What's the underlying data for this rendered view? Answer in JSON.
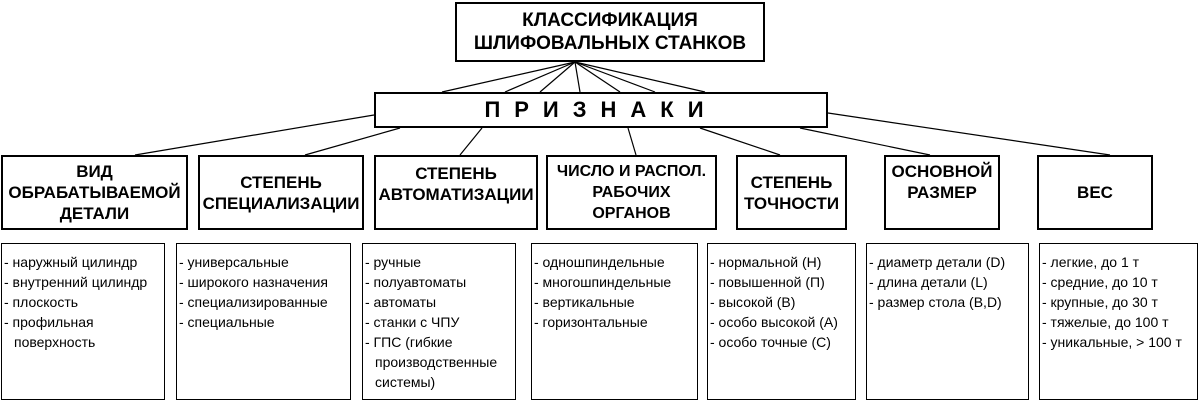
{
  "title_lines": [
    "КЛАССИФИКАЦИЯ",
    "ШЛИФОВАЛЬНЫХ СТАНКОВ"
  ],
  "signs_label": "ПРИЗНАКИ",
  "categories": [
    {
      "label_lines": [
        "ВИД",
        "ОБРАБАТЫВАЕМОЙ",
        "ДЕТАЛИ"
      ],
      "items": [
        "- наружный цилиндр",
        "- внутренний цилиндр",
        "- плоскость",
        "- профильная поверхность"
      ]
    },
    {
      "label_lines": [
        "СТЕПЕНЬ",
        "СПЕЦИАЛИЗАЦИИ"
      ],
      "items": [
        "- универсальные",
        "- широкого назначения",
        "- специализированные",
        "- специальные"
      ]
    },
    {
      "label_lines": [
        "СТЕПЕНЬ",
        "АВТОМАТИЗАЦИИ"
      ],
      "items": [
        "- ручные",
        "- полуавтоматы",
        "- автоматы",
        "- станки с ЧПУ",
        "- ГПС (гибкие производственные системы)"
      ]
    },
    {
      "label_lines": [
        "ЧИСЛО И РАСПОЛ.",
        "РАБОЧИХ ОРГАНОВ"
      ],
      "items": [
        "- одношпиндельные",
        "- многошпиндельные",
        "- вертикальные",
        "- горизонтальные"
      ]
    },
    {
      "label_lines": [
        "СТЕПЕНЬ",
        "ТОЧНОСТИ"
      ],
      "items": [
        "- нормальной (Н)",
        "- повышенной (П)",
        "- высокой (В)",
        "- особо высокой (А)",
        "- особо точные (С)"
      ]
    },
    {
      "label_lines": [
        "ОСНОВНОЙ",
        "РАЗМЕР"
      ],
      "items": [
        "- диаметр детали (D)",
        "- длина детали (L)",
        "- размер стола (B,D)"
      ]
    },
    {
      "label_lines": [
        "ВЕС"
      ],
      "items": [
        "- легкие, до 1 т",
        "- средние, до 10 т",
        "- крупные, до 30 т",
        "- тяжелые, до 100 т",
        "- уникальные, > 100 т"
      ]
    }
  ]
}
